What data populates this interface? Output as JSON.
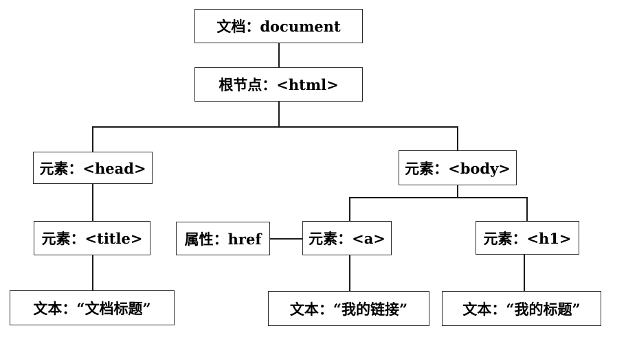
{
  "diagram": {
    "title": "DOM tree of an HTML document",
    "colors": {
      "background": "#ffffff",
      "box_border": "#2b2b2b",
      "line": "#1a1a1a",
      "text": "#000000"
    },
    "nodes": {
      "document": {
        "label": "文档：document",
        "type": "document"
      },
      "html": {
        "label": "根节点：<html>",
        "type": "root-element"
      },
      "head": {
        "label": "元素：<head>",
        "type": "element"
      },
      "body": {
        "label": "元素：<body>",
        "type": "element"
      },
      "title": {
        "label": "元素：<title>",
        "type": "element"
      },
      "href_attr": {
        "label": "属性：href",
        "type": "attribute"
      },
      "a": {
        "label": "元素：<a>",
        "type": "element"
      },
      "h1": {
        "label": "元素：<h1>",
        "type": "element"
      },
      "text_title": {
        "label": "文本：“文档标题”",
        "type": "text"
      },
      "text_link": {
        "label": "文本：“我的链接”",
        "type": "text"
      },
      "text_heading": {
        "label": "文本：“我的标题”",
        "type": "text"
      }
    },
    "edges": [
      {
        "from": "document",
        "to": "html",
        "kind": "parent-child"
      },
      {
        "from": "html",
        "to": "head",
        "kind": "parent-child"
      },
      {
        "from": "html",
        "to": "body",
        "kind": "parent-child"
      },
      {
        "from": "head",
        "to": "title",
        "kind": "parent-child"
      },
      {
        "from": "title",
        "to": "text_title",
        "kind": "parent-child"
      },
      {
        "from": "body",
        "to": "a",
        "kind": "parent-child"
      },
      {
        "from": "body",
        "to": "h1",
        "kind": "parent-child"
      },
      {
        "from": "href_attr",
        "to": "a",
        "kind": "attribute-link"
      },
      {
        "from": "a",
        "to": "text_link",
        "kind": "parent-child"
      },
      {
        "from": "h1",
        "to": "text_heading",
        "kind": "parent-child"
      }
    ]
  }
}
